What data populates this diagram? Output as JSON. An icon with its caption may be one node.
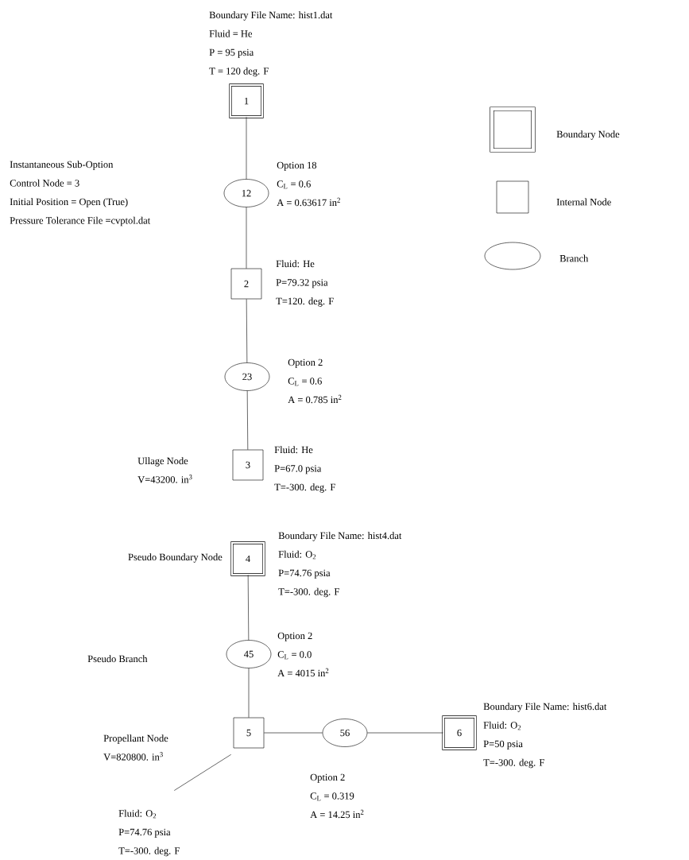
{
  "diagram": {
    "nodes": [
      {
        "text": [
          "1"
        ],
        "beside": [
          "Boundary File Name:  hist1.dat",
          "Fluid = He",
          "P = 95 psia",
          "T = 120 deg. F"
        ]
      },
      {
        "text": [
          "12"
        ],
        "beside": [
          "Instantaneous Sub-Option",
          "Control Node = 3",
          "Initial Position = Open (True)",
          "Pressure Tolerance File =cvptol.dat",
          "Option 18",
          "C$_{L}$ = 0.6",
          "A = 0.63617 in$^{2}$"
        ]
      },
      {
        "text": [
          "2"
        ],
        "beside": [
          "Fluid:  He",
          "P=79.32 psia",
          "T=120. deg. F"
        ]
      },
      {
        "text": [
          "23"
        ],
        "beside": [
          "Option 2",
          "C$_{L}$ = 0.6",
          "A = 0.785 in$^{2}$"
        ]
      },
      {
        "text": [
          "3"
        ],
        "beside": [
          "Ullage Node",
          "V=43200. in$^{3}$",
          "Fluid:  He",
          "P=67.0 psia",
          "T=-300. deg. F"
        ]
      },
      {
        "text": [
          "4"
        ],
        "beside": [
          "Pseudo Boundary Node",
          "Boundary File Name:  hist4.dat",
          "Fluid:  O$_{2}$",
          "P=74.76 psia",
          "T=-300. deg. F"
        ]
      },
      {
        "text": [
          "45"
        ],
        "beside": [
          "Option 2",
          "C$_{L}$ = 0.0",
          "A = 4015 in$^{2}$"
        ]
      },
      {
        "text": [
          "5"
        ],
        "beside": [
          "Propellant Node",
          "V=820800. in$^{3}$"
        ]
      },
      {
        "text": [
          "56"
        ],
        "beside": [
          "Option 2",
          "C$_{L}$ = 0.319",
          "A = 14.25 in$^{2}$"
        ]
      },
      {
        "text": [
          "6"
        ],
        "beside": [
          "Boundary File Name:  hist6.dat",
          "Fluid:  O$_{2}$",
          "P=50 psia",
          "T=-300. deg. F"
        ]
      },
      {
        "text": [
          "Fluid:  O$_{2}$",
          "P=74.76 psia",
          "T=-300. deg. F"
        ]
      }
    ],
    "edges": [
      {
        "from": 0,
        "to": 1,
        "arrow": "none"
      },
      {
        "from": 1,
        "to": 2,
        "arrow": "none"
      },
      {
        "from": 2,
        "to": 3,
        "arrow": "none"
      },
      {
        "from": 3,
        "to": 4,
        "arrow": "none"
      },
      {
        "from": 5,
        "to": 6,
        "arrow": "none"
      },
      {
        "from": 6,
        "to": 7,
        "arrow": "none"
      },
      {
        "from": 7,
        "to": 8,
        "arrow": "none"
      },
      {
        "from": 8,
        "to": 9,
        "arrow": "none"
      },
      {
        "from": 10,
        "to": 7,
        "arrow": "none"
      }
    ],
    "labels": [
      "Pseudo Branch"
    ],
    "legend": [
      {
        "text": "Boundary Node"
      },
      {
        "text": "Internal Node"
      },
      {
        "text": "Branch"
      }
    ]
  }
}
